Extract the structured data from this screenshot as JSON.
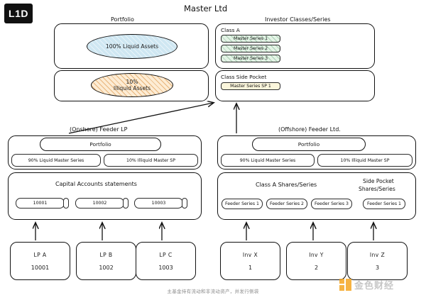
{
  "logo": {
    "text": "L1D",
    "name": "l1d-logo"
  },
  "master": {
    "title": "Master Ltd",
    "portfolio_label": "Portfolio",
    "investor_classes_label": "Investor Classes/Series",
    "liquid_ellipse": "100% Liquid Assets",
    "illiquid_ellipse_line1": "10%",
    "illiquid_ellipse_line2": "Illiquid Assets",
    "class_a_label": "Class A",
    "class_a_series": [
      "Master Series 1",
      "Master Series 2",
      "Master Series 3"
    ],
    "side_pocket_label": "Class Side Pocket",
    "side_pocket_series": [
      "Master Series SP 1"
    ]
  },
  "onshore": {
    "title": "(Onshore) Feeder LP",
    "portfolio_label": "Portfolio",
    "holdings": [
      "90% Liquid Master Series",
      "10% Illiquid Master SP"
    ],
    "capital_accounts_label": "Capital Accounts statements",
    "accounts": [
      "10001",
      "10002",
      "10003"
    ]
  },
  "offshore": {
    "title": "(Offshore) Feeder Ltd.",
    "portfolio_label": "Portfolio",
    "holdings": [
      "90% Liquid Master Series",
      "10% Illiquid Master SP"
    ],
    "class_a_shares_label": "Class A Shares/Series",
    "side_pocket_shares_label_line1": "Side Pocket",
    "side_pocket_shares_label_line2": "Shares/Series",
    "class_a_shares": [
      "Feeder Series 1",
      "Feeder Series 2",
      "Feeder Series 3"
    ],
    "side_pocket_shares": [
      "Feeder Series 1"
    ]
  },
  "investors": {
    "onshore": [
      {
        "name": "LP A",
        "value": "10001"
      },
      {
        "name": "LP B",
        "value": "1002"
      },
      {
        "name": "LP C",
        "value": "1003"
      }
    ],
    "offshore": [
      {
        "name": "Inv X",
        "value": "1"
      },
      {
        "name": "Inv Y",
        "value": "2"
      },
      {
        "name": "Inv Z",
        "value": "3"
      }
    ]
  },
  "caption": "主基金持有流动和非流动资产，并发行侧袋",
  "watermark": {
    "text": "金色财经"
  },
  "colors": {
    "liquid_blue": "#cfe7f2",
    "illiquid_orange": "#fdecd4",
    "series_green": "#e4f3e6",
    "side_pocket_yellow": "#fbf6dc",
    "stroke": "#111111",
    "watermark_orange": "#F5A623"
  }
}
